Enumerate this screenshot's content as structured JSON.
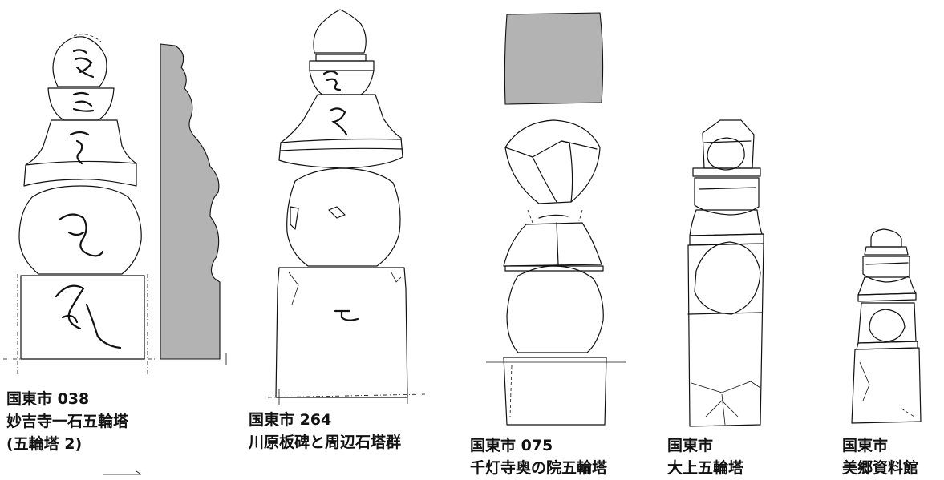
{
  "figures": [
    {
      "number_line": "国東市 038",
      "name_line": "妙吉寺一石五輪塔",
      "extra_line": "(五輪塔 2)"
    },
    {
      "number_line": "国東市 264",
      "name_line": "川原板碑と周辺石塔群"
    },
    {
      "number_line": "国東市 075",
      "name_line": "千灯寺奥の院五輪塔"
    },
    {
      "number_line": "国東市",
      "name_line": "大上五輪塔"
    },
    {
      "number_line": "国東市",
      "name_line": "美郷資料館"
    }
  ],
  "colors": {
    "line": "#111111",
    "section_fill": "#b3b3b3",
    "background": "#ffffff"
  }
}
